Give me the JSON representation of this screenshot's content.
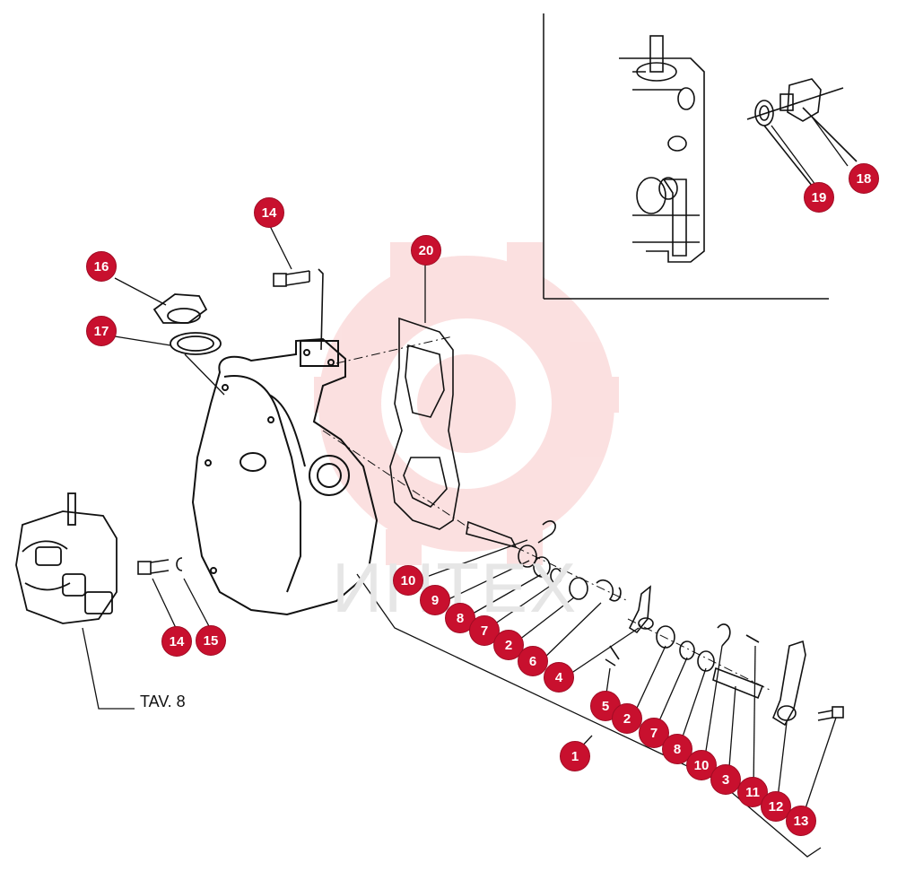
{
  "diagram": {
    "watermark_text": "ИНТЕХ",
    "reference_label": "TAV. 8",
    "callouts": [
      {
        "id": "c20",
        "label": "20"
      },
      {
        "id": "c14a",
        "label": "14"
      },
      {
        "id": "c16",
        "label": "16"
      },
      {
        "id": "c17",
        "label": "17"
      },
      {
        "id": "c18",
        "label": "18"
      },
      {
        "id": "c19",
        "label": "19"
      },
      {
        "id": "c14b",
        "label": "14"
      },
      {
        "id": "c15",
        "label": "15"
      },
      {
        "id": "c10a",
        "label": "10"
      },
      {
        "id": "c9",
        "label": "9"
      },
      {
        "id": "c8a",
        "label": "8"
      },
      {
        "id": "c7a",
        "label": "7"
      },
      {
        "id": "c2a",
        "label": "2"
      },
      {
        "id": "c6",
        "label": "6"
      },
      {
        "id": "c4",
        "label": "4"
      },
      {
        "id": "c5",
        "label": "5"
      },
      {
        "id": "c2b",
        "label": "2"
      },
      {
        "id": "c7b",
        "label": "7"
      },
      {
        "id": "c8b",
        "label": "8"
      },
      {
        "id": "c10b",
        "label": "10"
      },
      {
        "id": "c3",
        "label": "3"
      },
      {
        "id": "c11",
        "label": "11"
      },
      {
        "id": "c12",
        "label": "12"
      },
      {
        "id": "c13",
        "label": "13"
      },
      {
        "id": "c1",
        "label": "1"
      }
    ],
    "colors": {
      "callout": "#c8102e",
      "line": "#111111",
      "watermark": "#f3b8b8"
    }
  }
}
